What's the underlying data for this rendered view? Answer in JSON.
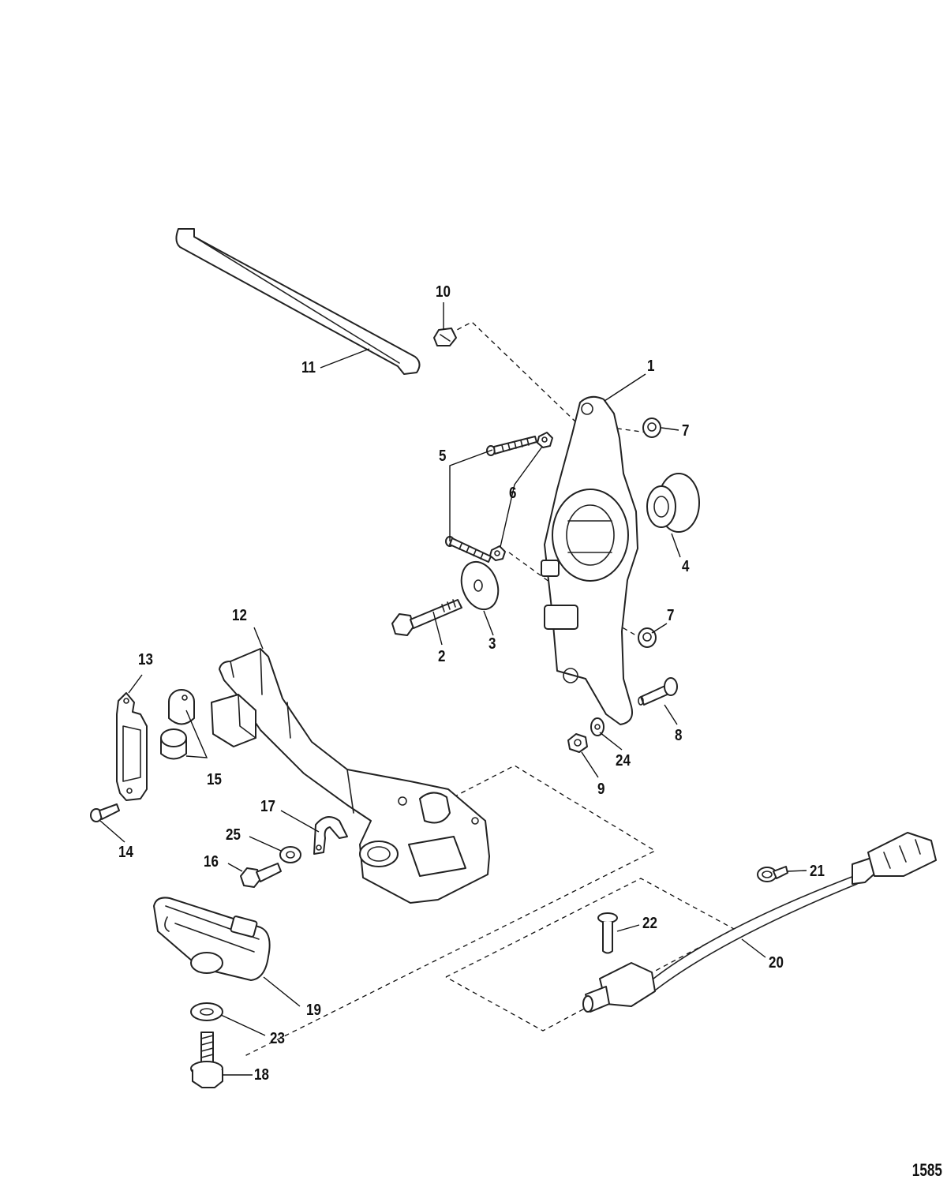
{
  "callouts": {
    "c1": "1",
    "c2": "2",
    "c3": "3",
    "c4": "4",
    "c5": "5",
    "c6": "6",
    "c7a": "7",
    "c7b": "7",
    "c8": "8",
    "c9": "9",
    "c10": "10",
    "c11": "11",
    "c12": "12",
    "c13": "13",
    "c14": "14",
    "c15": "15",
    "c16": "16",
    "c17": "17",
    "c18": "18",
    "c19": "19",
    "c20": "20",
    "c21": "21",
    "c22": "22",
    "c23": "23",
    "c24": "24",
    "c25": "25"
  },
  "figure_number": "1585"
}
